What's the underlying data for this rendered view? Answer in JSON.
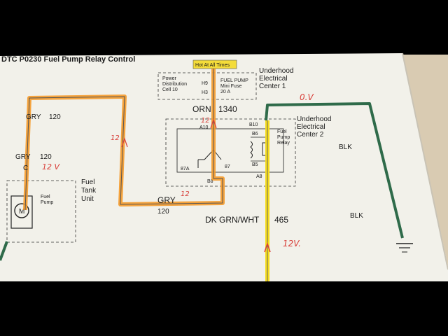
{
  "title": "DTC P0230 Fuel Pump Relay Control",
  "badge": "Hot At All Times",
  "underhood1": [
    "Underhood",
    "Electrical",
    "Center 1"
  ],
  "underhood2": [
    "Underhood",
    "Electrical",
    "Center 2"
  ],
  "pdc": [
    "Power",
    "Distribution",
    "Cell 10"
  ],
  "fuse": [
    "FUEL PUMP",
    "Mini Fuse",
    "20 A"
  ],
  "pins": {
    "h9": "H9",
    "h3": "H3",
    "a10": "A10",
    "b10": "B10",
    "b6": "B6",
    "b5": "B5",
    "a8": "A8",
    "b8": "B8",
    "p87a": "87A",
    "p87": "87"
  },
  "relay": [
    "Fuel",
    "Pump",
    "Relay"
  ],
  "tank": [
    "Fuel",
    "Tank",
    "Unit"
  ],
  "pump": [
    "Fuel",
    "Pump"
  ],
  "motor": "M",
  "wires": {
    "orn": "ORN",
    "orn_num": "1340",
    "gry1": "GRY",
    "gry1_num": "120",
    "gry2": "GRY",
    "gry2_num": "120",
    "gry3": "GRY",
    "gry3_num": "120",
    "dkgrn": "DK GRN/WHT",
    "dkgrn_num": "465",
    "blk1": "BLK",
    "blk2": "BLK",
    "c": "C"
  },
  "hand": {
    "v0": "0.V",
    "v12a": "12",
    "v12b": "12",
    "v12c": "12",
    "v12d": "12 V",
    "v12e": "12V."
  },
  "colors": {
    "paper": "#f3f2ec",
    "orange": "#f59a2a",
    "yellow": "#f5dc1c",
    "green": "#2f6b4a",
    "red": "#d8403a"
  }
}
